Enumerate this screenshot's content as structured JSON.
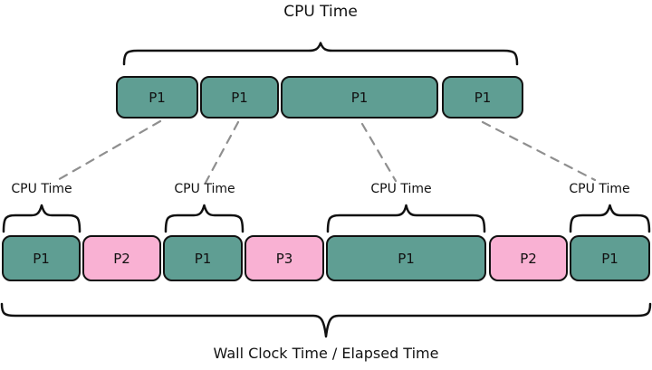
{
  "colors": {
    "p1": "#5f9e93",
    "other": "#f9b1d3",
    "line": "#111111",
    "dashed": "#8f8f8f"
  },
  "top_section": {
    "label": "CPU Time",
    "boxes": [
      {
        "label": "P1",
        "type": "p1"
      },
      {
        "label": "P1",
        "type": "p1"
      },
      {
        "label": "P1",
        "type": "p1"
      },
      {
        "label": "P1",
        "type": "p1"
      }
    ]
  },
  "bottom_section": {
    "cpu_labels": [
      "CPU Time",
      "CPU Time",
      "CPU Time",
      "CPU Time"
    ],
    "boxes": [
      {
        "label": "P1",
        "type": "p1"
      },
      {
        "label": "P2",
        "type": "other"
      },
      {
        "label": "P1",
        "type": "p1"
      },
      {
        "label": "P3",
        "type": "other"
      },
      {
        "label": "P1",
        "type": "p1"
      },
      {
        "label": "P2",
        "type": "other"
      },
      {
        "label": "P1",
        "type": "p1"
      }
    ],
    "total_label": "Wall Clock Time / Elapsed Time"
  }
}
